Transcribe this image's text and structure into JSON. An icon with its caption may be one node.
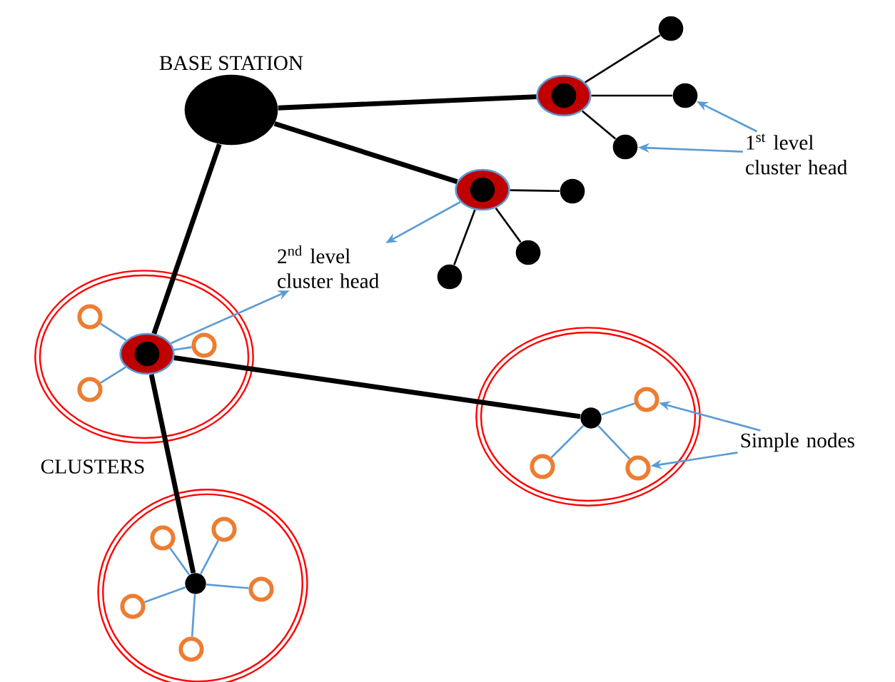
{
  "diagram": {
    "nodes": [
      {
        "text": [
          "BASE STATION"
        ]
      },
      {
        "text": [],
        "shape": "ellipse"
      },
      {
        "text": [],
        "shape": "circle"
      },
      {
        "text": [],
        "shape": "circle"
      },
      {
        "text": [],
        "shape": "circle"
      },
      {
        "text": [],
        "shape": "ellipse"
      },
      {
        "text": [],
        "shape": "circle"
      },
      {
        "text": [],
        "shape": "circle"
      },
      {
        "text": [],
        "shape": "circle"
      },
      {
        "text": [],
        "shape": "ellipse"
      },
      {
        "text": [],
        "shape": "ellipse",
        "in": 9
      },
      {
        "text": [],
        "shape": "circle",
        "in": 9
      },
      {
        "text": [],
        "shape": "circle",
        "in": 9
      },
      {
        "text": [],
        "shape": "circle",
        "in": 9
      },
      {
        "text": [],
        "shape": "ellipse"
      },
      {
        "text": [],
        "shape": "circle",
        "in": 14
      },
      {
        "text": [],
        "shape": "circle",
        "in": 14
      },
      {
        "text": [],
        "shape": "circle",
        "in": 14
      },
      {
        "text": [],
        "shape": "circle",
        "in": 14
      },
      {
        "text": [],
        "shape": "ellipse"
      },
      {
        "text": [],
        "shape": "circle",
        "in": 19
      },
      {
        "text": [],
        "shape": "circle",
        "in": 19
      },
      {
        "text": [],
        "shape": "circle",
        "in": 19
      },
      {
        "text": [],
        "shape": "circle",
        "in": 19
      },
      {
        "text": [],
        "shape": "circle",
        "in": 19
      },
      {
        "text": [],
        "shape": "circle",
        "in": 19
      },
      {
        "text": [
          "1$^{st}$ level cluster head"
        ]
      },
      {
        "text": [
          "2$^{nd}$ level cluster head"
        ]
      },
      {
        "text": [
          "Simple nodes"
        ]
      }
    ],
    "edges": [
      {
        "from": 0,
        "to": 1,
        "arrow": "none",
        "style": "thick",
        "color": "#000000"
      },
      {
        "from": 0,
        "to": 5,
        "arrow": "none",
        "style": "thick",
        "color": "#000000"
      },
      {
        "from": 0,
        "to": 10,
        "arrow": "none",
        "style": "thick",
        "color": "#000000"
      },
      {
        "from": 10,
        "to": 15,
        "arrow": "none",
        "style": "thick",
        "color": "#000000"
      },
      {
        "from": 10,
        "to": 20,
        "arrow": "none",
        "style": "thick",
        "color": "#000000"
      },
      {
        "from": 1,
        "to": 2,
        "arrow": "none",
        "color": "#000000"
      },
      {
        "from": 1,
        "to": 3,
        "arrow": "none",
        "color": "#000000"
      },
      {
        "from": 1,
        "to": 4,
        "arrow": "none",
        "color": "#000000"
      },
      {
        "from": 5,
        "to": 6,
        "arrow": "none",
        "color": "#000000"
      },
      {
        "from": 5,
        "to": 7,
        "arrow": "none",
        "color": "#000000"
      },
      {
        "from": 5,
        "to": 8,
        "arrow": "none",
        "color": "#000000"
      },
      {
        "from": 10,
        "to": 11,
        "arrow": "none"
      },
      {
        "from": 10,
        "to": 12,
        "arrow": "none"
      },
      {
        "from": 10,
        "to": 13,
        "arrow": "none"
      },
      {
        "from": 15,
        "to": 16,
        "arrow": "none"
      },
      {
        "from": 15,
        "to": 17,
        "arrow": "none"
      },
      {
        "from": 15,
        "to": 18,
        "arrow": "none"
      },
      {
        "from": 20,
        "to": 21,
        "arrow": "none"
      },
      {
        "from": 20,
        "to": 22,
        "arrow": "none"
      },
      {
        "from": 20,
        "to": 23,
        "arrow": "none"
      },
      {
        "from": 20,
        "to": 24,
        "arrow": "none"
      },
      {
        "from": 20,
        "to": 25,
        "arrow": "none"
      },
      {
        "from": 26,
        "to": 3,
        "arrow": "to"
      },
      {
        "from": 26,
        "to": 4,
        "arrow": "to"
      },
      {
        "from": 5,
        "to": 27,
        "arrow": "to"
      },
      {
        "from": 10,
        "to": 27,
        "arrow": "to"
      },
      {
        "from": 28,
        "to": 16,
        "arrow": "to"
      },
      {
        "from": 28,
        "to": 18,
        "arrow": "to"
      }
    ],
    "labels": [
      "CLUSTERS"
    ]
  }
}
